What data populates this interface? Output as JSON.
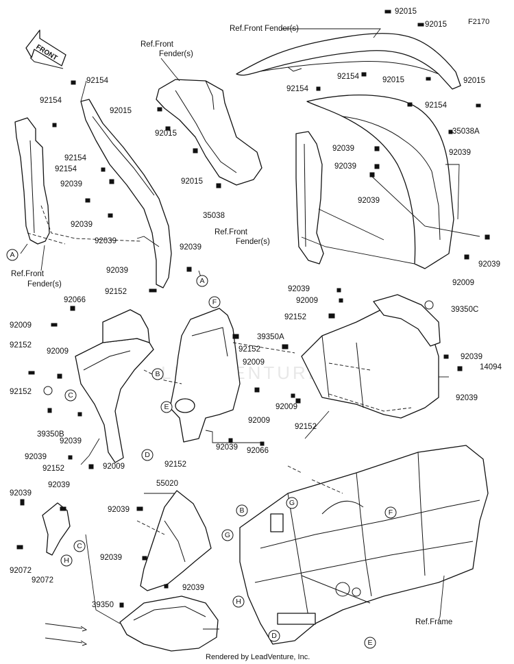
{
  "diagram_code": "F2170",
  "front_arrow_label": "FRONT",
  "watermark": "LEADVENTURE",
  "credit": "Rendered by LeadVenture, Inc.",
  "reference_labels": {
    "front_fender_top": "Ref.Front Fender(s)",
    "front_fender_left_1": "Ref.Front",
    "front_fender_left_2": "Fender(s)",
    "front_fender_right_1": "Ref.Front",
    "front_fender_right_2": "Fender(s)",
    "front_fender_bottom_1": "Ref.Front",
    "front_fender_bottom_2": "Fender(s)",
    "frame": "Ref.Frame"
  },
  "part_labels": [
    {
      "id": "p01",
      "text": "92015"
    },
    {
      "id": "p02",
      "text": "92015"
    },
    {
      "id": "p03",
      "text": "92154"
    },
    {
      "id": "p04",
      "text": "92015"
    },
    {
      "id": "p05",
      "text": "92154"
    },
    {
      "id": "p06",
      "text": "92015"
    },
    {
      "id": "p07",
      "text": "92154"
    },
    {
      "id": "p08",
      "text": "92154"
    },
    {
      "id": "p09",
      "text": "92154"
    },
    {
      "id": "p10",
      "text": "92015"
    },
    {
      "id": "p11",
      "text": "92015"
    },
    {
      "id": "p12",
      "text": "92039"
    },
    {
      "id": "p13",
      "text": "92154"
    },
    {
      "id": "p14",
      "text": "92154"
    },
    {
      "id": "p15",
      "text": "35038A"
    },
    {
      "id": "p16",
      "text": "92039"
    },
    {
      "id": "p17",
      "text": "92039"
    },
    {
      "id": "p18",
      "text": "92015"
    },
    {
      "id": "p19",
      "text": "92039"
    },
    {
      "id": "p20",
      "text": "92039"
    },
    {
      "id": "p21",
      "text": "92039"
    },
    {
      "id": "p22",
      "text": "35038"
    },
    {
      "id": "p23",
      "text": "92039"
    },
    {
      "id": "p24",
      "text": "92039"
    },
    {
      "id": "p25",
      "text": "92039"
    },
    {
      "id": "p26",
      "text": "92039"
    },
    {
      "id": "p27",
      "text": "92009"
    },
    {
      "id": "p28",
      "text": "92152"
    },
    {
      "id": "p29",
      "text": "92066"
    },
    {
      "id": "p30",
      "text": "92009"
    },
    {
      "id": "p31",
      "text": "92152"
    },
    {
      "id": "p32",
      "text": "92009"
    },
    {
      "id": "p33",
      "text": "92152"
    },
    {
      "id": "p34",
      "text": "39350B"
    },
    {
      "id": "p35",
      "text": "92039"
    },
    {
      "id": "p36",
      "text": "92039"
    },
    {
      "id": "p37",
      "text": "92152"
    },
    {
      "id": "p38",
      "text": "92009"
    },
    {
      "id": "p39",
      "text": "39350A"
    },
    {
      "id": "p40",
      "text": "92152"
    },
    {
      "id": "p41",
      "text": "92009"
    },
    {
      "id": "p42",
      "text": "92009"
    },
    {
      "id": "p43",
      "text": "92152"
    },
    {
      "id": "p44",
      "text": "92039"
    },
    {
      "id": "p45",
      "text": "92066"
    },
    {
      "id": "p46",
      "text": "92039"
    },
    {
      "id": "p47",
      "text": "92009"
    },
    {
      "id": "p48",
      "text": "92152"
    },
    {
      "id": "p49",
      "text": "39350C"
    },
    {
      "id": "p50",
      "text": "92009"
    },
    {
      "id": "p51",
      "text": "92152"
    },
    {
      "id": "p52",
      "text": "92039"
    },
    {
      "id": "p53",
      "text": "92039"
    },
    {
      "id": "p54",
      "text": "14094"
    },
    {
      "id": "p55",
      "text": "92039"
    },
    {
      "id": "p56",
      "text": "92039"
    },
    {
      "id": "p57",
      "text": "55020"
    },
    {
      "id": "p58",
      "text": "92039"
    },
    {
      "id": "p59",
      "text": "92039"
    },
    {
      "id": "p60",
      "text": "92039"
    },
    {
      "id": "p61",
      "text": "92072"
    },
    {
      "id": "p62",
      "text": "92072"
    },
    {
      "id": "p63",
      "text": "39350"
    }
  ],
  "callouts": [
    {
      "id": "c01",
      "text": "A"
    },
    {
      "id": "c02",
      "text": "A"
    },
    {
      "id": "c03",
      "text": "F"
    },
    {
      "id": "c04",
      "text": "B"
    },
    {
      "id": "c05",
      "text": "C"
    },
    {
      "id": "c06",
      "text": "E"
    },
    {
      "id": "c07",
      "text": "D"
    },
    {
      "id": "c08",
      "text": "C"
    },
    {
      "id": "c09",
      "text": "H"
    },
    {
      "id": "c10",
      "text": "G"
    },
    {
      "id": "c11",
      "text": "B"
    },
    {
      "id": "c12",
      "text": "G"
    },
    {
      "id": "c13",
      "text": "F"
    },
    {
      "id": "c14",
      "text": "H"
    },
    {
      "id": "c15",
      "text": "D"
    },
    {
      "id": "c16",
      "text": "E"
    }
  ]
}
